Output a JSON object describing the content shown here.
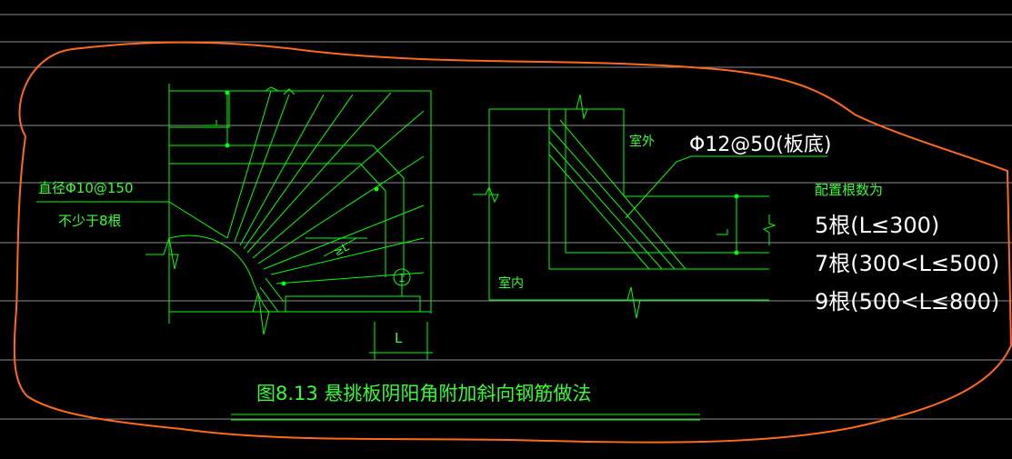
{
  "colors": {
    "background": "#000000",
    "drawing_line": "#00ff00",
    "text_green": "#33ff33",
    "text_white": "#ffffff",
    "reference_line": "#9a9a9a",
    "markup_ellipse": "#ff6a1a"
  },
  "left_detail": {
    "note_spacing": "直径Φ10@150",
    "note_count": "不少于8根",
    "dim_small": "≥L",
    "mark_number": "1",
    "dim_L": "L"
  },
  "right_detail": {
    "label_outside": "室外",
    "label_inside": "室内",
    "callout": "Φ12@50(板底)",
    "config_title": "配置根数为",
    "rules": [
      "5根(L≤300)",
      "7根(300<L≤500)",
      "9根(500<L≤800)"
    ]
  },
  "figure_caption": "图8.13  悬挑板阴阳角附加斜向钢筋做法"
}
